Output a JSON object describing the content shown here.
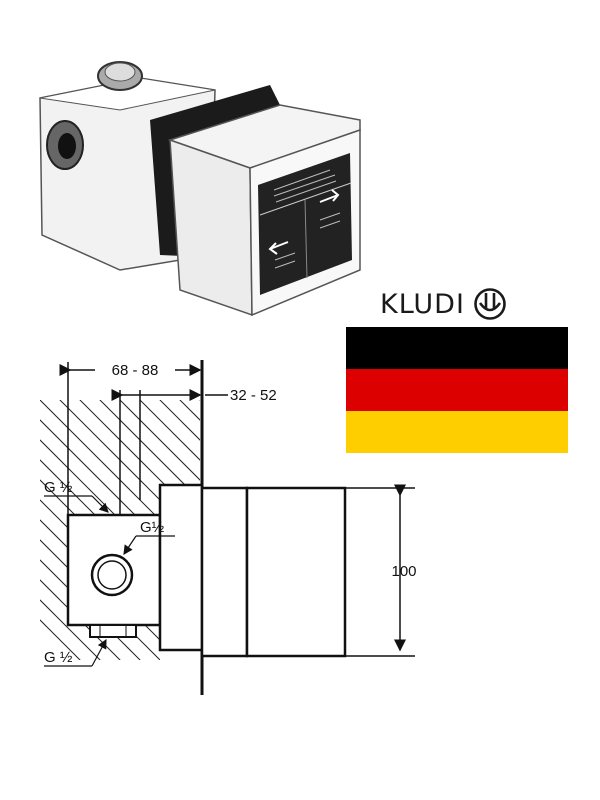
{
  "brand": {
    "name": "KLUDI",
    "logo_icon": "kludi-water-drop-icon"
  },
  "flag": {
    "country": "Germany",
    "colors": [
      "#000000",
      "#dd0000",
      "#ffce00"
    ]
  },
  "product_photo": {
    "icon": "concealed-valve-body-photo"
  },
  "drawing": {
    "dim_depth_range": "68 - 88",
    "dim_plaster_range": "32 - 52",
    "dim_height": "100",
    "thread_top": "G ½",
    "thread_center": "G½",
    "thread_bottom": "G ½"
  }
}
